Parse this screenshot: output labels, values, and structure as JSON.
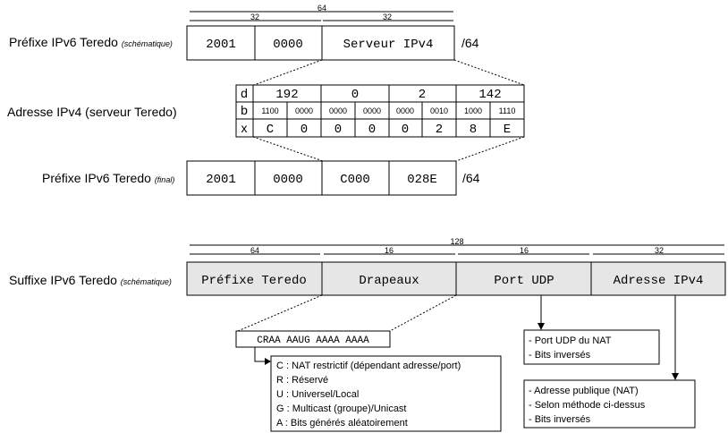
{
  "prefix_schematic": {
    "label": "Préfixe IPv6 Teredo",
    "qualifier": "(schématique)",
    "total_bits": "64",
    "seg_bits": [
      "32",
      "32"
    ],
    "cells": [
      "2001",
      "0000",
      "Serveur IPv4"
    ],
    "suffix": "/64"
  },
  "ipv4": {
    "label": "Adresse IPv4 (serveur Teredo)",
    "row_heads": [
      "d",
      "b",
      "x"
    ],
    "decimal": [
      "192",
      "0",
      "2",
      "142"
    ],
    "binary": [
      "1100",
      "0000",
      "0000",
      "0000",
      "0000",
      "0010",
      "1000",
      "1110"
    ],
    "hex": [
      "C",
      "0",
      "0",
      "0",
      "0",
      "2",
      "8",
      "E"
    ]
  },
  "prefix_final": {
    "label": "Préfixe IPv6 Teredo",
    "qualifier": "(final)",
    "cells": [
      "2001",
      "0000",
      "C000",
      "028E"
    ],
    "suffix": "/64"
  },
  "suffix_schematic": {
    "label": "Suffixe IPv6 Teredo",
    "qualifier": "(schématique)",
    "total_bits": "128",
    "seg_bits": [
      "64",
      "16",
      "16",
      "32"
    ],
    "cells": [
      "Préfixe Teredo",
      "Drapeaux",
      "Port UDP",
      "Adresse IPv4"
    ]
  },
  "flags": {
    "pattern": "CRAA AAUG AAAA AAAA",
    "legend": [
      "C : NAT restrictif (dépendant adresse/port)",
      "R : Réservé",
      "U : Universel/Local",
      "G : Multicast (groupe)/Unicast",
      "A : Bits générés aléatoirement"
    ]
  },
  "port_notes": [
    "- Port UDP du NAT",
    "- Bits inversés"
  ],
  "address_notes": [
    "- Adresse publique (NAT)",
    "- Selon méthode ci-dessus",
    "- Bits inversés"
  ]
}
